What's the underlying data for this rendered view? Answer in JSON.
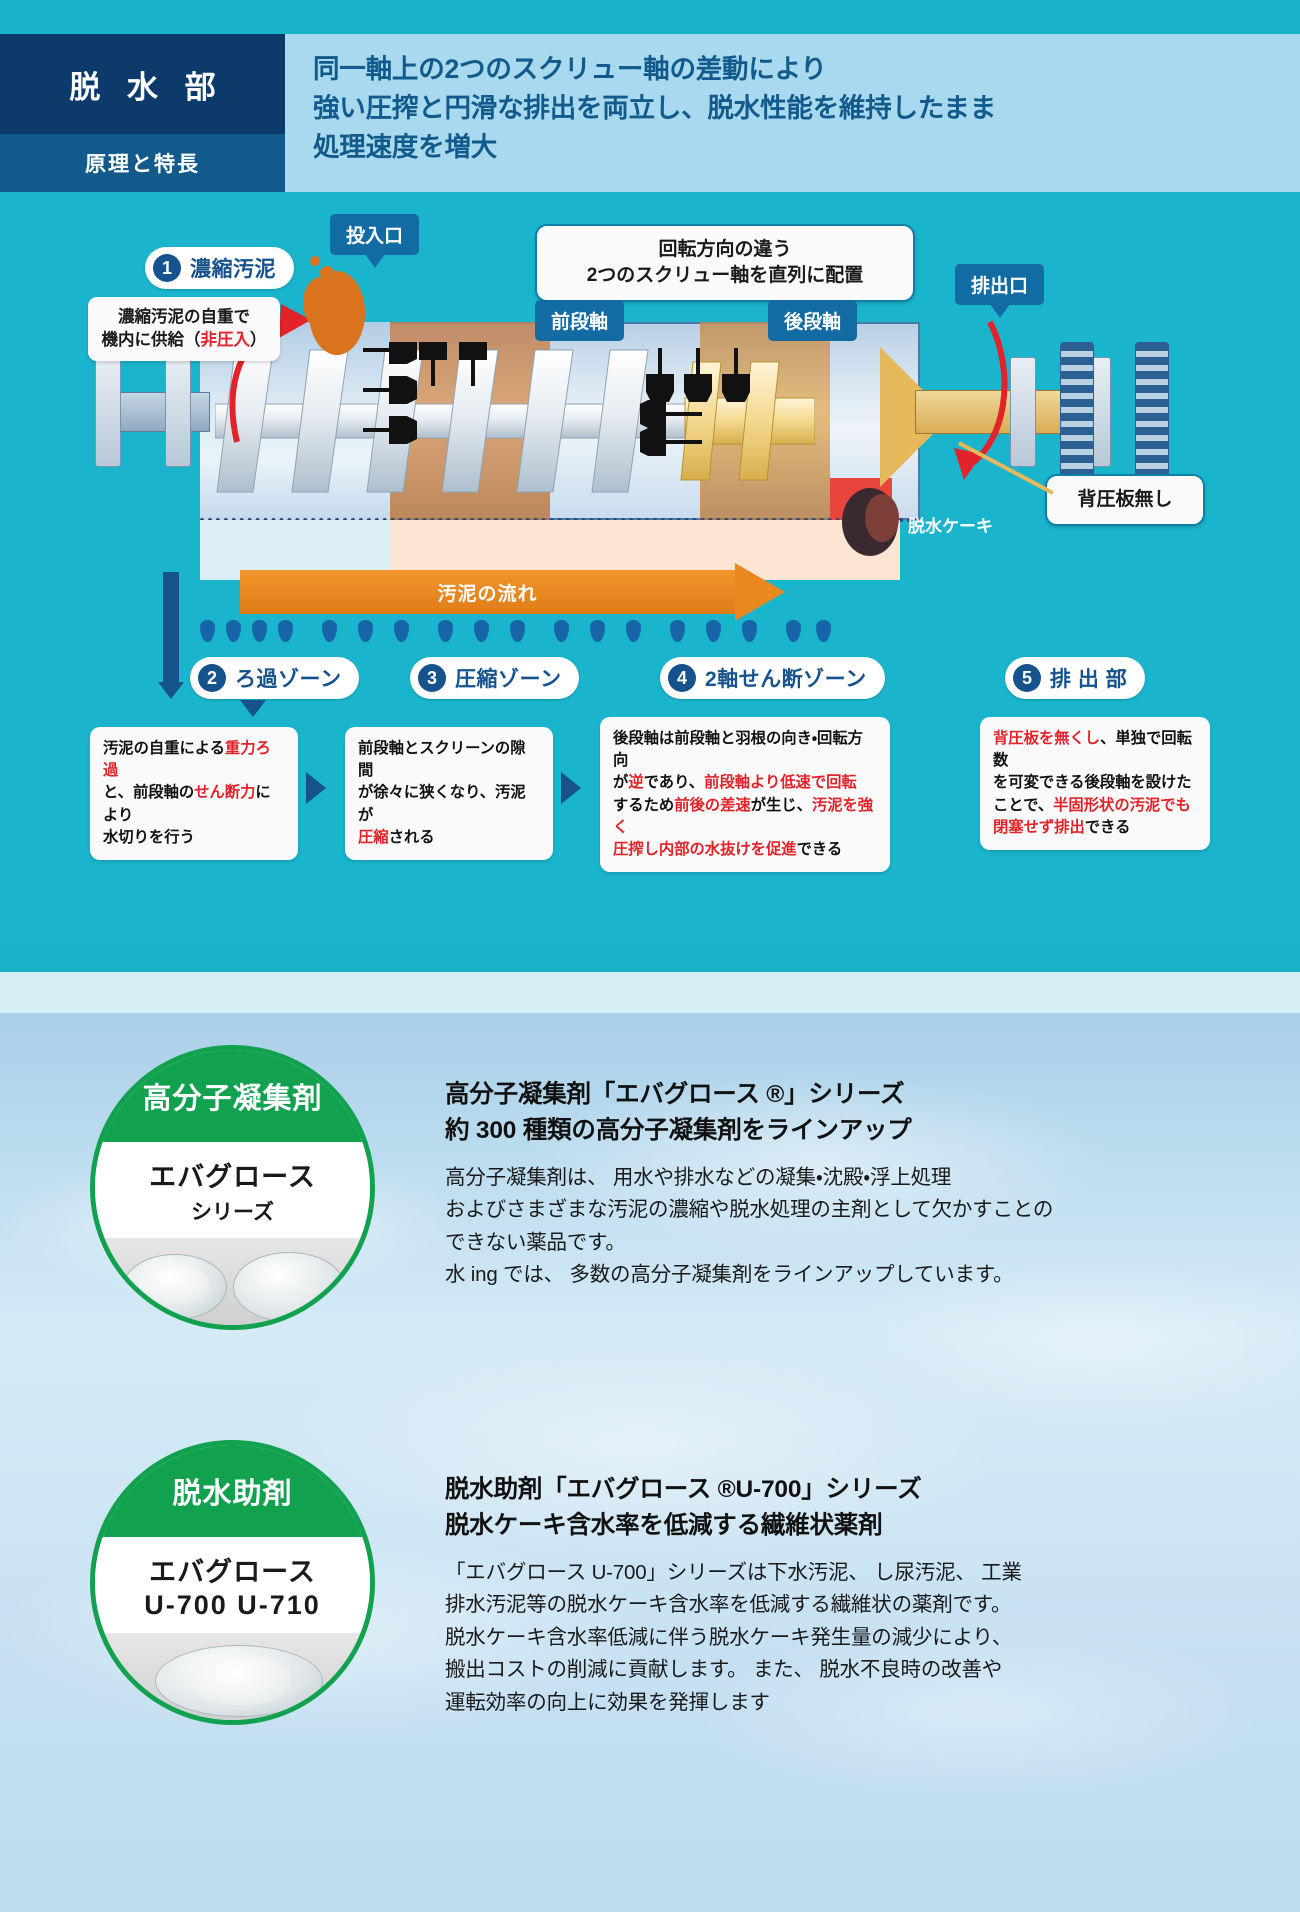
{
  "header": {
    "badge_title": "脱 水 部",
    "badge_sub": "原理と特長",
    "lead_line1": "同一軸上の2つのスクリュー軸の差動により",
    "lead_line2": "強い圧搾と円滑な排出を両立し、脱水性能を維持したまま",
    "lead_line3": "処理速度を増大"
  },
  "diagram": {
    "tag_inlet": "投入口",
    "tag_outlet": "排出口",
    "tag_front_shaft": "前段軸",
    "tag_rear_shaft": "後段軸",
    "center_note_line1": "回転方向の違う",
    "center_note_line2": "2つのスクリュー軸を直列に配置",
    "pill1_num": "1",
    "pill1_label": "濃縮汚泥",
    "note1_line1": "濃縮汚泥の自重で",
    "note1_line2_a": "機内に供給（",
    "note1_line2_red": "非圧入",
    "note1_line2_b": "）",
    "flow_label": "汚泥の流れ",
    "cake_label": "脱水ケーキ",
    "no_backplate_label": "背圧板無し",
    "zones": [
      {
        "num": "2",
        "label": "ろ過ゾーン"
      },
      {
        "num": "3",
        "label": "圧縮ゾーン"
      },
      {
        "num": "4",
        "label": "2軸せん断ゾーン"
      },
      {
        "num": "5",
        "label": "排 出 部"
      }
    ],
    "descriptions": [
      {
        "parts": [
          {
            "t": "汚泥の自重による",
            "red": false
          },
          {
            "t": "重力ろ過",
            "red": true
          },
          {
            "t": "\nと、前段軸の",
            "red": false
          },
          {
            "t": "せん断力",
            "red": true
          },
          {
            "t": "により\n水切りを行う",
            "red": false
          }
        ]
      },
      {
        "parts": [
          {
            "t": "前段軸とスクリーンの隙間\nが徐々に狭くなり、汚泥が\n",
            "red": false
          },
          {
            "t": "圧縮",
            "red": true
          },
          {
            "t": "される",
            "red": false
          }
        ]
      },
      {
        "parts": [
          {
            "t": "後段軸は前段軸と羽根の向き・回転方向\nが",
            "red": false
          },
          {
            "t": "逆",
            "red": true
          },
          {
            "t": "であり、",
            "red": false
          },
          {
            "t": "前段軸より低速で回転",
            "red": true
          },
          {
            "t": "\nするため",
            "red": false
          },
          {
            "t": "前後の差速",
            "red": true
          },
          {
            "t": "が生じ、",
            "red": false
          },
          {
            "t": "汚泥を強く\n圧搾し内部の水抜けを促進",
            "red": true
          },
          {
            "t": "できる",
            "red": false
          }
        ]
      },
      {
        "parts": [
          {
            "t": "背圧板を無くし",
            "red": true
          },
          {
            "t": "、単独で回転数\nを可変できる後段軸を設けた\nことで、",
            "red": false
          },
          {
            "t": "半固形状の汚泥でも\n閉塞せず排出",
            "red": true
          },
          {
            "t": "できる",
            "red": false
          }
        ]
      }
    ]
  },
  "products": [
    {
      "badge": "高分子凝集剤",
      "name_line1": "エバグロース",
      "name_line2": "シリーズ",
      "title_line1": "高分子凝集剤「エバグロース ®」シリーズ",
      "title_line2": "約 300 種類の高分子凝集剤をラインアップ",
      "body_line1": "高分子凝集剤は、 用水や排水などの凝集・沈殿・浮上処理",
      "body_line2": "およびさまざまな汚泥の濃縮や脱水処理の主剤として欠かすことの",
      "body_line3": "できない薬品です。",
      "body_line4": "水 ing では、 多数の高分子凝集剤をラインアップしています。"
    },
    {
      "badge": "脱水助剤",
      "name_line1": "エバグロース",
      "name_line2": "U-700  U-710",
      "title_line1": "脱水助剤「エバグロース ®U-700」シリーズ",
      "title_line2": "脱水ケーキ含水率を低減する繊維状薬剤",
      "body_line1": "「エバグロース U-700」シリーズは下水汚泥、 し尿汚泥、 工業",
      "body_line2": "排水汚泥等の脱水ケーキ含水率を低減する繊維状の薬剤です。",
      "body_line3": "脱水ケーキ含水率低減に伴う脱水ケーキ発生量の減少により、",
      "body_line4": "搬出コストの削減に貢献します。 また、 脱水不良時の改善や",
      "body_line5": "運転効率の向上に効果を発揮します"
    }
  ],
  "colors": {
    "cyan": "#1ab4cc",
    "navy": "#0b3a6b",
    "steel": "#125a8c",
    "lightblue": "#a8d9ef",
    "green": "#11a14f",
    "orange": "#e8881e",
    "red": "#e2232a"
  }
}
